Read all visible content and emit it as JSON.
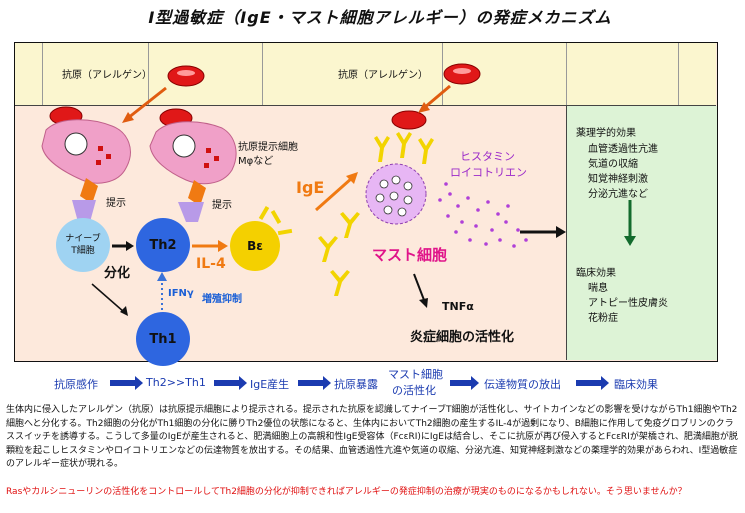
{
  "title": "Ⅰ型過敏症（IgE・マスト細胞アレルギー）の発症メカニズム",
  "diagram": {
    "antigen_label_left": "抗原（アレルゲン）",
    "antigen_label_right": "抗原（アレルゲン）",
    "apc_label_line1": "抗原提示細胞",
    "apc_label_line2": "Mφなど",
    "present_label_1": "提示",
    "present_label_2": "提示",
    "naive_line1": "ナイーブ",
    "naive_line2": "T細胞",
    "th2_label": "Th2",
    "th1_label": "Th1",
    "b_label": "Bε",
    "differentiation_label": "分化",
    "il4_label": "IL-4",
    "ifn_label": "IFNγ",
    "suppress_label": "増殖抑制",
    "ige_label": "IgE",
    "histamine_label": "ヒスタミン",
    "leukotriene_label": "ロイコトリエン",
    "mast_cell_label": "マスト細胞",
    "tnf_label": "TNFα",
    "inflammatory_label": "炎症細胞の活性化",
    "effects": {
      "heading": "薬理学的効果",
      "items": [
        "血管透過性亢進",
        "気道の収縮",
        "知覚神経刺激",
        "分泌亢進など"
      ]
    },
    "clinical": {
      "heading": "臨床効果",
      "items": [
        "喘息",
        "アトピー性皮膚炎",
        "花粉症"
      ]
    }
  },
  "flow": {
    "steps": [
      "抗原感作",
      "Th2>>Th1",
      "IgE産生",
      "抗原暴露",
      "マスト細胞",
      "の活性化",
      "伝達物質の放出",
      "臨床効果"
    ]
  },
  "text": {
    "paragraph": "生体内に侵入したアレルゲン（抗原）は抗原提示細胞により提示される。提示された抗原を認識してナイーブT細胞が活性化し、サイトカインなどの影響を受けながらTh1細胞やTh2細胞へと分化する。Th2細胞の分化がTh1細胞の分化に勝りTh2優位の状態になると、生体内においてTh2細胞の産生するIL-4が過剰になり、B細胞に作用して免疫グロブリンのクラススイッチを誘導する。こうして多量のIgEが産生されると、肥満細胞上の高親和性IgE受容体（FcεRI)にIgEは結合し、そこに抗原が再び侵入するとFcεRIが架橋され、肥満細胞が脱顆粒を起こしヒスタミンやロイコトリエンなどの伝達物質を放出する。その結果、血管透過性亢進や気道の収縮、分泌亢進、知覚神経刺激などの薬理学的効果があらわれ、I型過敏症のアレルギー症状が現れる。",
    "highlight": "Rasやカルシニューリンの活性化をコントロールしてTh2細胞の分化が抑制できればアレルギーの発症抑制の治療が現実のものになるかもしれない。そう思いませんか？"
  },
  "colors": {
    "panel_bg": "#fde9dc",
    "membrane_bg": "#fbf6cf",
    "effects_bg": "#ddf3d6",
    "antigen_red": "#e01818",
    "cell_blue": "#2e66e0",
    "naive_blue": "#9fd3f2",
    "b_yellow": "#f4d000",
    "orange": "#f07a12",
    "flow_blue": "#1b3bb0",
    "highlight_red": "#e01010"
  }
}
